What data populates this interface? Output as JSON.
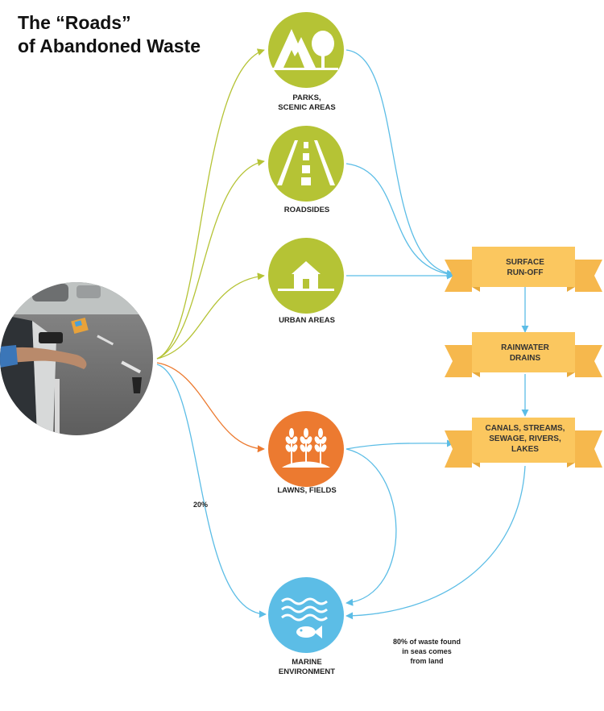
{
  "title_line1": "The “Roads”",
  "title_line2": "of Abandoned Waste",
  "nodes": {
    "parks": "PARKS,\nSCENIC AREAS",
    "roadsides": "ROADSIDES",
    "urban": "URBAN AREAS",
    "lawns": "LAWNS, FIELDS",
    "marine": "MARINE\nENVIRONMENT"
  },
  "ribbons": {
    "runoff": [
      "SURFACE",
      "RUN-OFF"
    ],
    "drains": [
      "RAINWATER",
      "DRAINS"
    ],
    "canals": [
      "CANALS, STREAMS,",
      "SEWAGE, RIVERS,",
      "LAKES"
    ]
  },
  "labels": {
    "percent_direct": "20%",
    "land_note": "80% of waste found\nin seas comes\nfrom land"
  },
  "colors": {
    "green": "#b5c335",
    "orange": "#ec7a30",
    "blue": "#5cbde6",
    "ribbon": "#fbc75f",
    "ribbon_dark": "#e7a93c"
  },
  "icons": {
    "parks": "mountain-tree-icon",
    "roadsides": "road-icon",
    "urban": "house-icon",
    "lawns": "wheat-icon",
    "marine": "wave-fish-icon"
  }
}
